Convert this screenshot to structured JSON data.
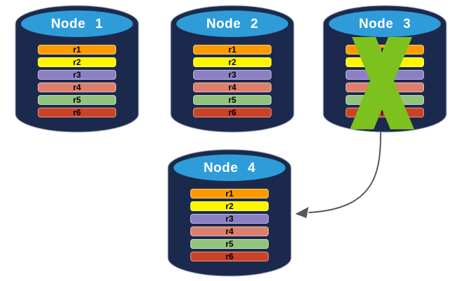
{
  "diagram": {
    "type": "database-replication-failover",
    "colors": {
      "cylinder_body": "#1B2A4C",
      "cylinder_top": "#2E9CD8",
      "cylinder_outline": "#9FA8B8",
      "node_label_text": "#FFFFFF",
      "row_text": "#000000",
      "cross": "#7CC11E",
      "arrow": "#595959"
    },
    "nodes": [
      {
        "label": "Node 1",
        "crossed_out": false,
        "rows": [
          {
            "label": "r1",
            "color": "#FC9B00"
          },
          {
            "label": "r2",
            "color": "#FFF500"
          },
          {
            "label": "r3",
            "color": "#8C80C4"
          },
          {
            "label": "r4",
            "color": "#DC7F6E"
          },
          {
            "label": "r5",
            "color": "#92C37E"
          },
          {
            "label": "r6",
            "color": "#CB4226"
          }
        ]
      },
      {
        "label": "Node 2",
        "crossed_out": false,
        "rows": [
          {
            "label": "r1",
            "color": "#FC9B00"
          },
          {
            "label": "r2",
            "color": "#FFF500"
          },
          {
            "label": "r3",
            "color": "#8C80C4"
          },
          {
            "label": "r4",
            "color": "#DC7F6E"
          },
          {
            "label": "r5",
            "color": "#92C37E"
          },
          {
            "label": "r6",
            "color": "#CB4226"
          }
        ]
      },
      {
        "label": "Node 3",
        "crossed_out": true,
        "rows": [
          {
            "label": "r1",
            "color": "#FC9B00"
          },
          {
            "label": "r2",
            "color": "#FFF500"
          },
          {
            "label": "r3",
            "color": "#8C80C4"
          },
          {
            "label": "r4",
            "color": "#DC7F6E"
          },
          {
            "label": "r5",
            "color": "#92C37E"
          },
          {
            "label": "r6",
            "color": "#CB4226"
          }
        ]
      },
      {
        "label": "Node 4",
        "crossed_out": false,
        "rows": [
          {
            "label": "r1",
            "color": "#FC9B00"
          },
          {
            "label": "r2",
            "color": "#FFF500"
          },
          {
            "label": "r3",
            "color": "#8C80C4"
          },
          {
            "label": "r4",
            "color": "#DC7F6E"
          },
          {
            "label": "r5",
            "color": "#92C37E"
          },
          {
            "label": "r6",
            "color": "#CB4226"
          }
        ]
      }
    ],
    "connector": {
      "from": "Node 3",
      "to": "Node 4",
      "style": "curved-arrow",
      "color": "#595959"
    }
  }
}
